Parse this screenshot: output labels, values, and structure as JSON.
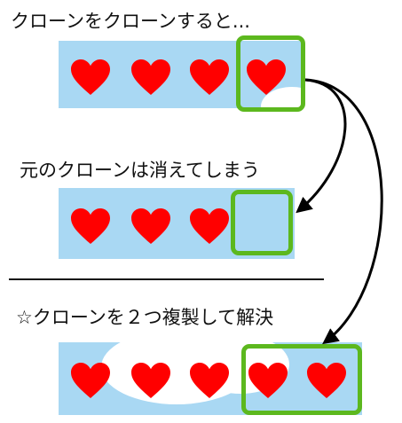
{
  "captions": {
    "top": "クローンをクローンすると...",
    "middle": "元のクローンは消えてしまう",
    "bottom": "☆クローンを２つ複製して解決"
  },
  "colors": {
    "sky": "#a9d8f3",
    "cloud": "#ffffff",
    "heart": "#ff0000",
    "highlight": "#5cb81e",
    "arrow": "#000000"
  },
  "icons": {
    "heart": "heart-icon",
    "arrow": "curved-arrow"
  },
  "rows": {
    "top_hearts": 4,
    "middle_hearts": 3,
    "bottom_hearts": 5
  }
}
